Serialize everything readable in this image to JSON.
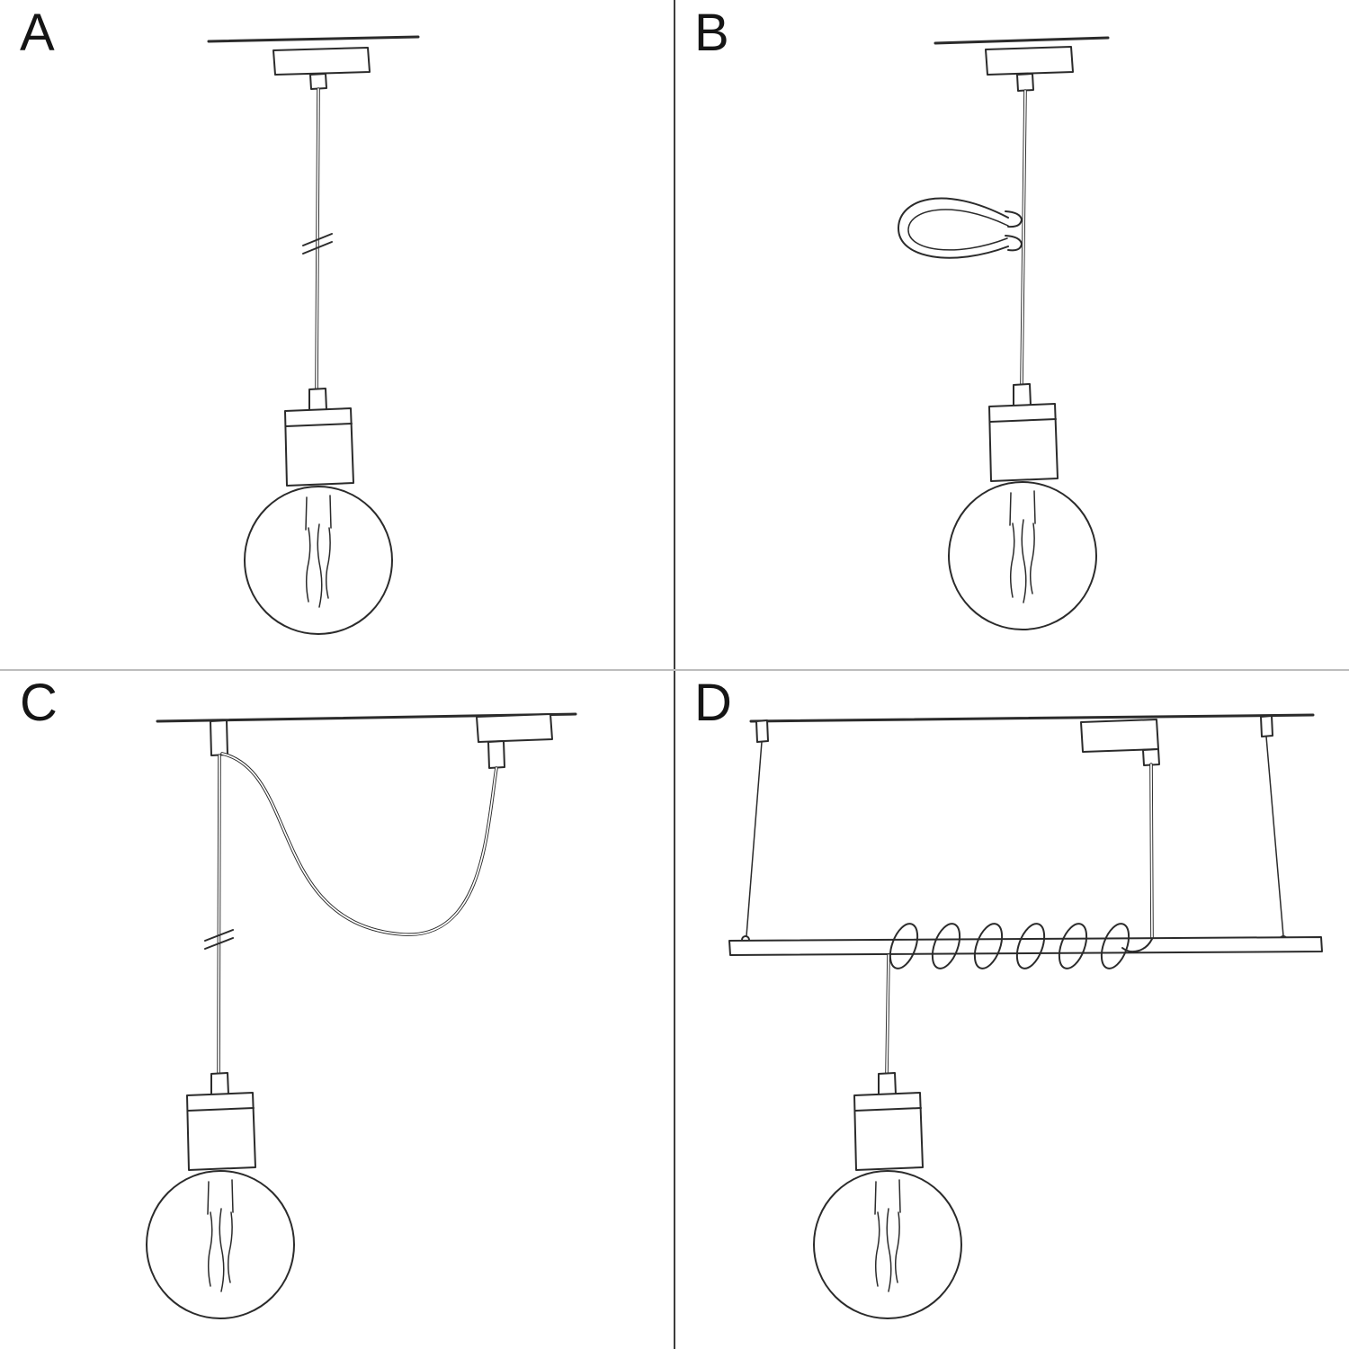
{
  "page": {
    "background": "#ffffff",
    "ink_color": "#2b2b2b",
    "label_color": "#151515",
    "divider_vertical_color": "#3c3c3c",
    "divider_horizontal_color": "#bdbdbd"
  },
  "panels": [
    {
      "label": "A",
      "sketch": "pendant-straight-drop-sketch"
    },
    {
      "label": "B",
      "sketch": "pendant-with-cable-clip-loop-sketch"
    },
    {
      "label": "C",
      "sketch": "pendant-swag-between-two-ceiling-roses-sketch"
    },
    {
      "label": "D",
      "sketch": "pendant-on-suspended-bar-with-wrapped-cable-sketch"
    }
  ]
}
